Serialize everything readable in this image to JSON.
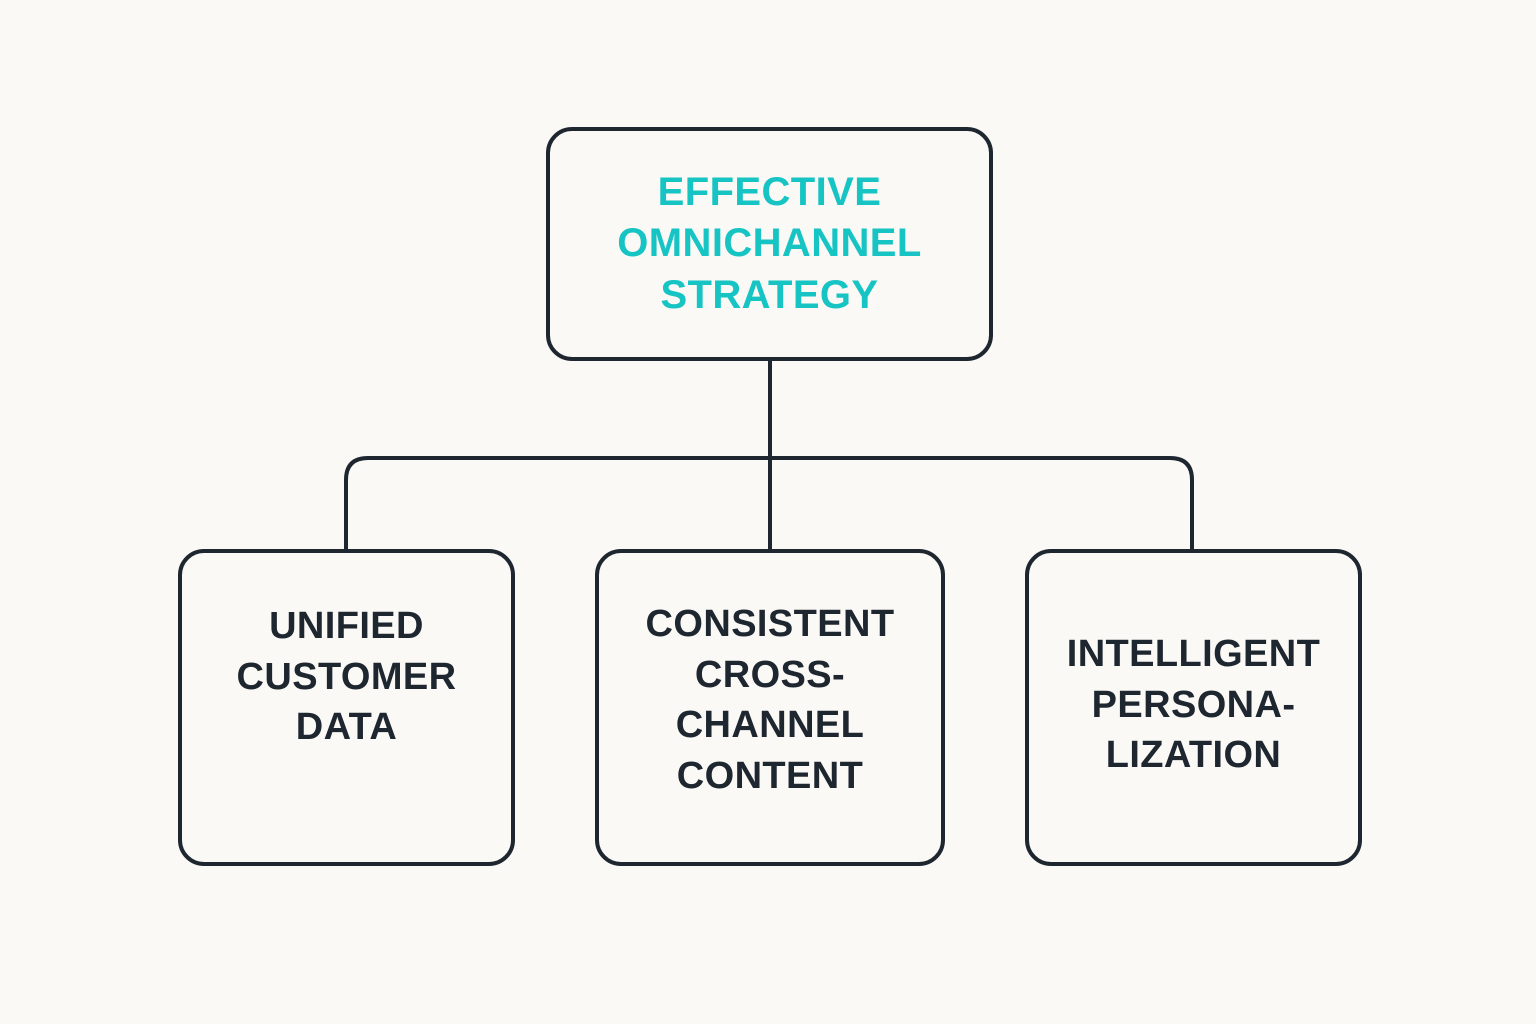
{
  "canvas": {
    "background_color": "#fbf9f5",
    "stroke_color": "#1e2630",
    "accent_color": "#17c4c4"
  },
  "diagram": {
    "type": "hierarchy-tree",
    "root": {
      "label": "EFFECTIVE\nOMNICHANNEL\nSTRATEGY",
      "text_color": "#17c4c4"
    },
    "children": [
      {
        "label": "UNIFIED\nCUSTOMER\nDATA",
        "text_color": "#1e2630"
      },
      {
        "label": "CONSISTENT\nCROSS-\nCHANNEL\nCONTENT",
        "text_color": "#1e2630"
      },
      {
        "label": "INTELLIGENT\nPERSONA-\nLIZATION",
        "text_color": "#1e2630"
      }
    ]
  }
}
